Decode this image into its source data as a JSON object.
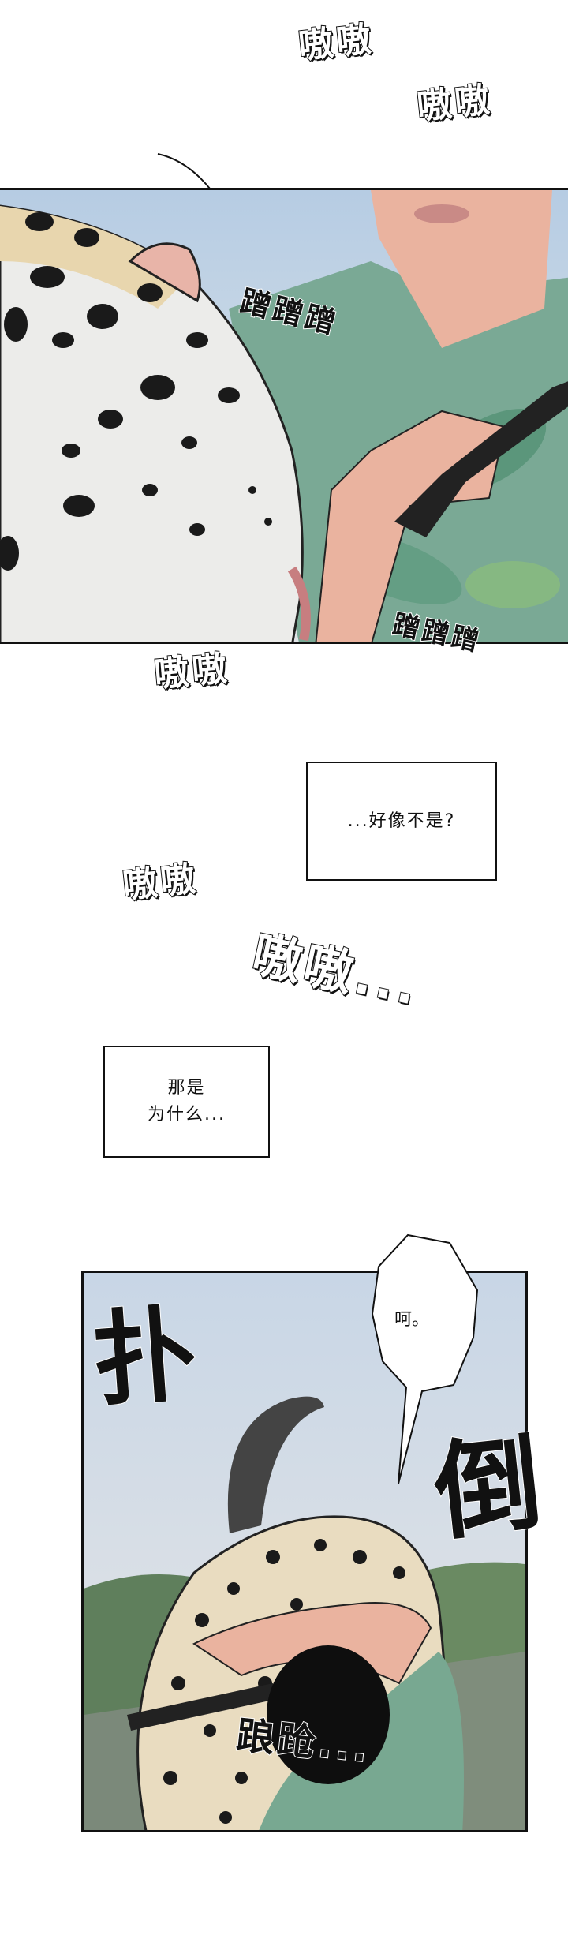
{
  "sfx": {
    "top_1": "嗷嗷",
    "top_2": "嗷嗷",
    "rub_1": "蹭蹭蹭",
    "pant_bottom": "嗷嗷",
    "rub_2": "蹭蹭蹭",
    "pant_mid": "嗷嗷",
    "pant_big": "嗷嗷...",
    "pounce_1": "扑",
    "pounce_2": "倒",
    "stagger": "踉跄..."
  },
  "captions": {
    "caption_1": "...好像不是?",
    "caption_2_line1": "那是",
    "caption_2_line2": "为什么..."
  },
  "speech": {
    "bubble_1": "呵。"
  },
  "colors": {
    "sky": "#b9cde0",
    "leopard_fur": "#e9dcc0",
    "skin": "#eab39f",
    "shirt_green": "#6fa38a",
    "ink": "#111111"
  }
}
